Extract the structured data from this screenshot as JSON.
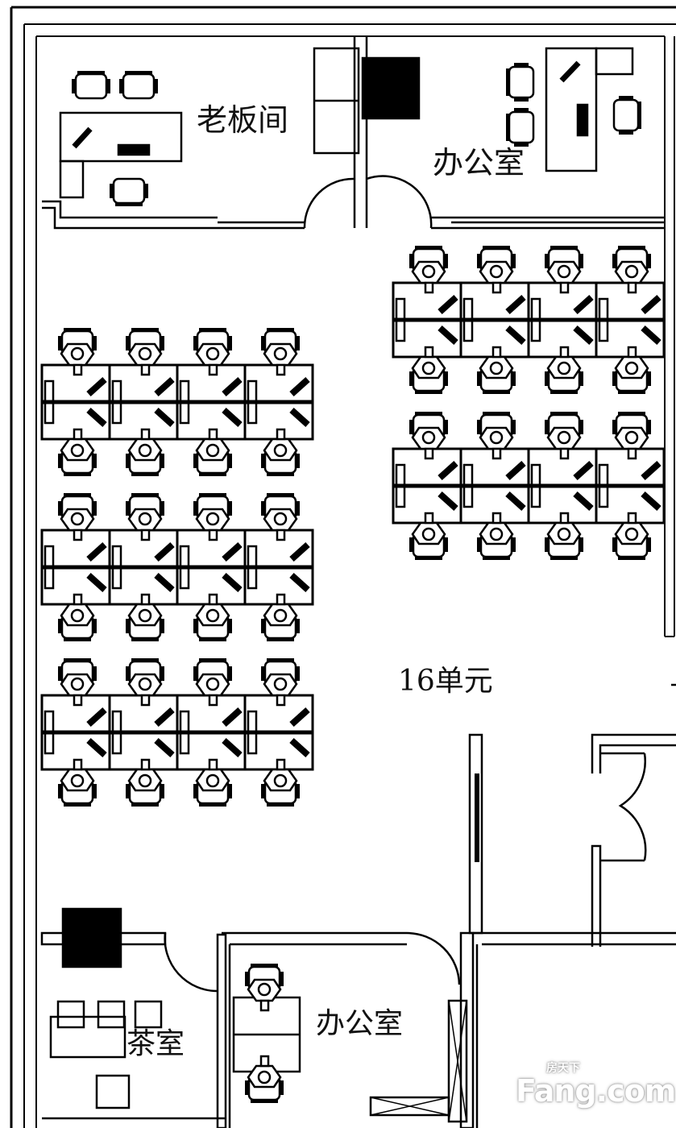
{
  "rooms": {
    "boss_room": "老板间",
    "office_top": "办公室",
    "unit": "16单元",
    "tea_room": "茶室",
    "office_bottom": "办公室"
  },
  "watermark": {
    "brand_cn": "房天下",
    "brand_en": "Fang.com"
  },
  "colors": {
    "line": "#000000",
    "background": "#ffffff"
  }
}
